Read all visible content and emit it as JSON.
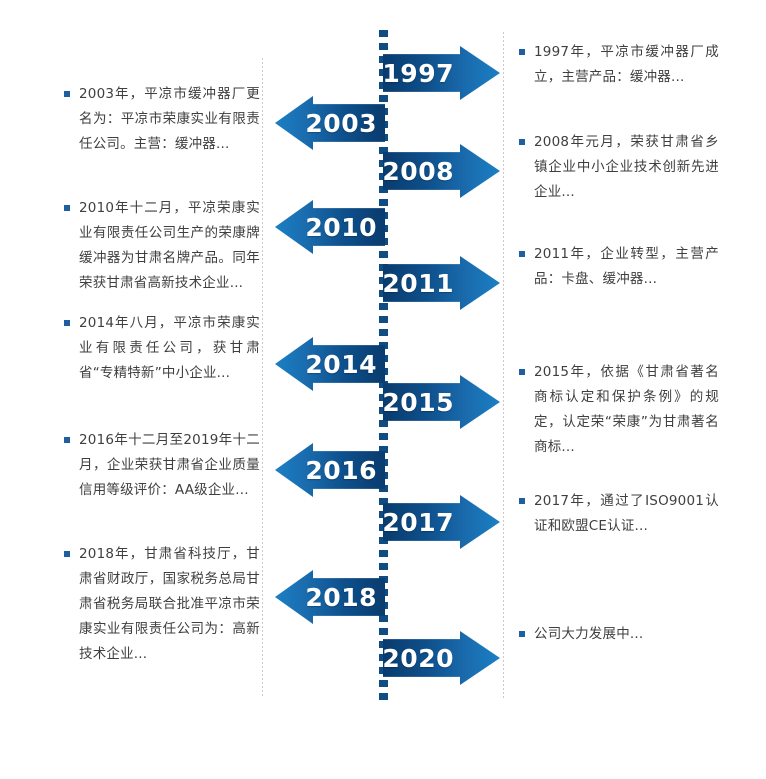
{
  "theme": {
    "arrow_light_blue": "#1b7fc4",
    "arrow_dark_navy": "#093b6e",
    "spine_color": "#0f4c81",
    "bullet_color": "#1f5fa0",
    "text_color": "#3f3f3f",
    "divider_color": "#c9c9c9",
    "background": "#ffffff"
  },
  "timeline": {
    "title": "",
    "left_column": [
      {
        "year": "2003",
        "text": "2003年，平凉市缓冲器厂更名为：平凉市荣康实业有限责任公司。主营：缓冲器..."
      },
      {
        "year": "2010",
        "text": "2010年十二月，平凉荣康实业有限责任公司生产的荣康牌缓冲器为甘肃名牌产品。同年荣获甘肃省高新技术企业..."
      },
      {
        "year": "2014",
        "text": "2014年八月，平凉市荣康实业有限责任公司，获甘肃省“专精特新”中小企业..."
      },
      {
        "year": "2016",
        "text": "2016年十二月至2019年十二月，企业荣获甘肃省企业质量信用等级评价：AA级企业..."
      },
      {
        "year": "2018",
        "text": "2018年，甘肃省科技厅，甘肃省财政厅，国家税务总局甘肃省税务局联合批准平凉市荣康实业有限责任公司为：高新技术企业..."
      }
    ],
    "right_column": [
      {
        "year": "1997",
        "text": "1997年，平凉市缓冲器厂成立，主营产品：缓冲器..."
      },
      {
        "year": "2008",
        "text": "2008年元月，荣获甘肃省乡镇企业中小企业技术创新先进企业..."
      },
      {
        "year": "2011",
        "text": "2011年，企业转型，主营产品：卡盘、缓冲器..."
      },
      {
        "year": "2015",
        "text": "2015年，依据《甘肃省著名商标认定和保护条例》的规定，认定荣“荣康”为甘肃著名商标..."
      },
      {
        "year": "2017",
        "text": "2017年，通过了ISO9001认证和欧盟CE认证..."
      },
      {
        "year": "2020",
        "text": "公司大力发展中..."
      }
    ]
  }
}
